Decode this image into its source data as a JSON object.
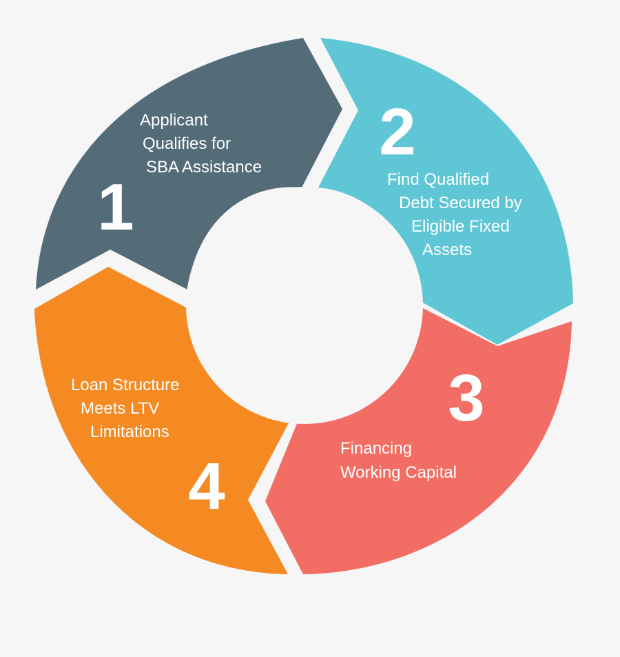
{
  "colors": {
    "background": "#f6f6f6",
    "step1": "#546b78",
    "step2": "#5ec6d4",
    "step3": "#f26d63",
    "step4": "#f58a22",
    "text": "#ffffff"
  },
  "steps": [
    {
      "number": "1",
      "lines": [
        "Applicant",
        "Qualifies for",
        "SBA Assistance"
      ]
    },
    {
      "number": "2",
      "lines": [
        "Find Qualified",
        "Debt Secured by",
        "Eligible Fixed",
        "Assets"
      ]
    },
    {
      "number": "3",
      "lines": [
        "Financing",
        "Working Capital"
      ]
    },
    {
      "number": "4",
      "lines": [
        "Loan Structure",
        "Meets LTV",
        "Limitations"
      ]
    }
  ]
}
